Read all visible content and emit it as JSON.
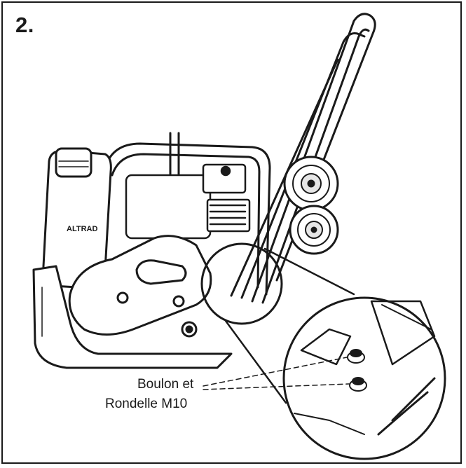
{
  "step": {
    "number": "2."
  },
  "brand_logo": "ALTRAD",
  "callout": {
    "line1": "Boulon et",
    "line2": "Rondelle M10"
  },
  "colors": {
    "ink": "#1a1a1a",
    "background": "#ffffff",
    "shade": "#d9d9d9"
  }
}
